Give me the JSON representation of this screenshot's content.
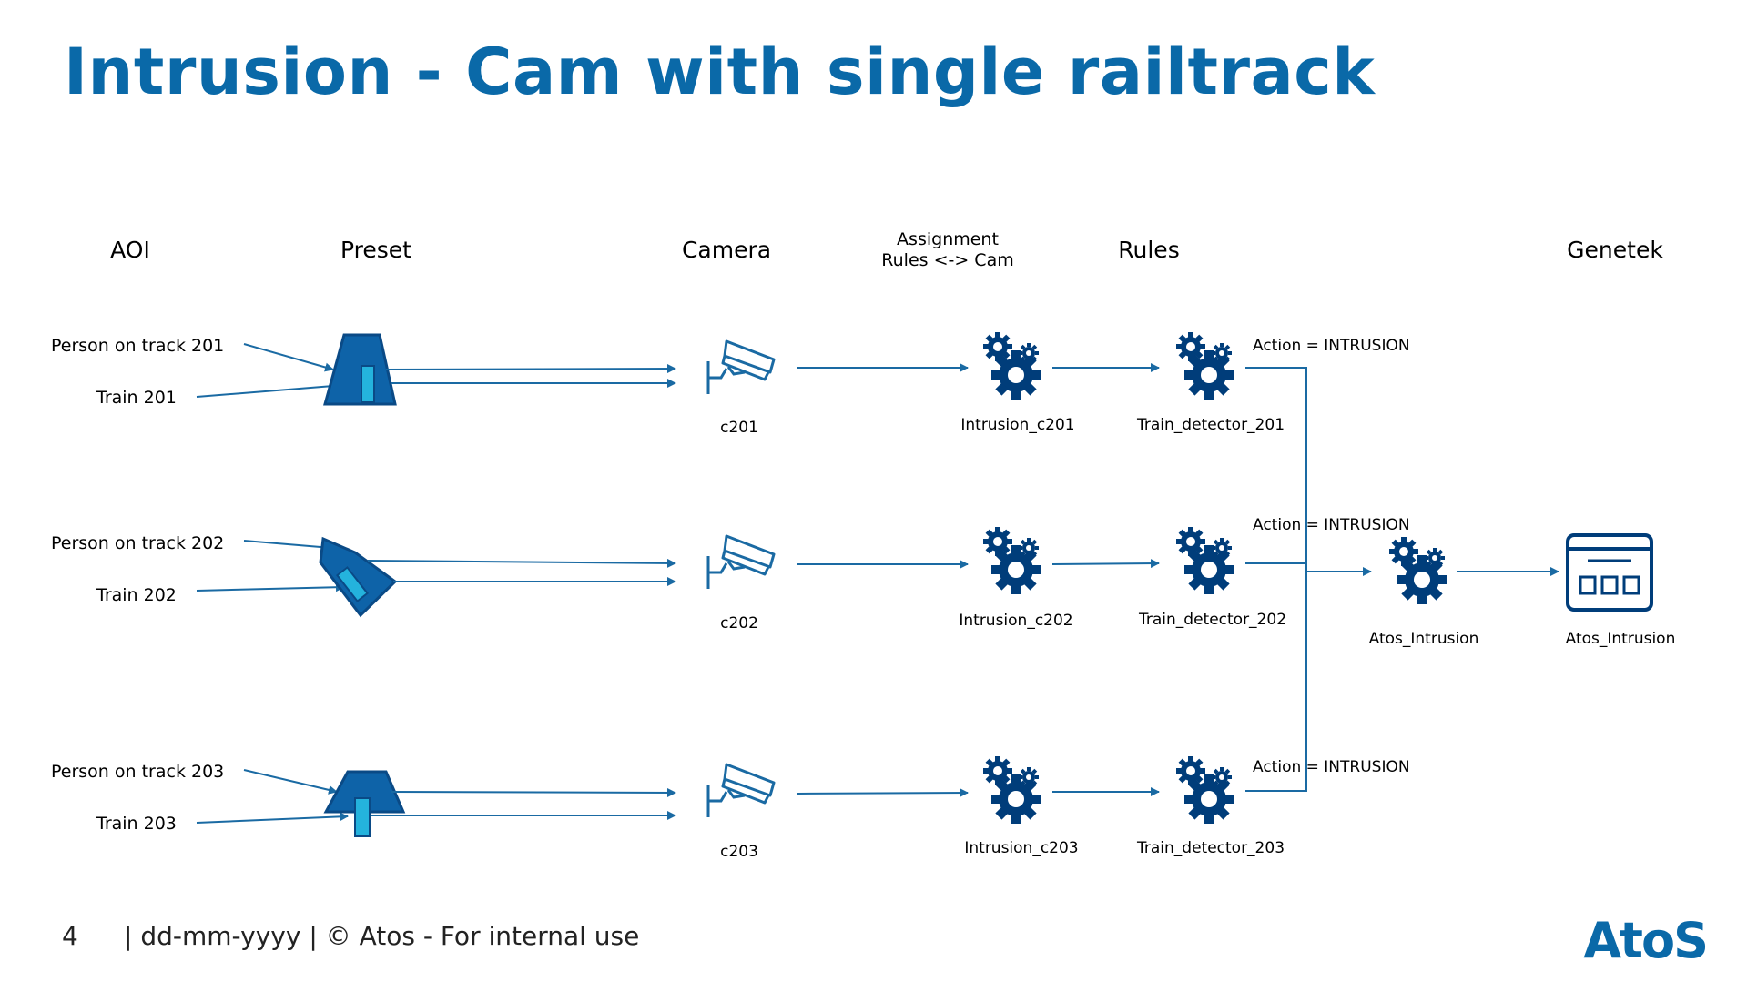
{
  "title": "Intrusion - Cam with single railtrack",
  "columns": {
    "aoi": "AOI",
    "preset": "Preset",
    "camera": "Camera",
    "assignment_line1": "Assignment",
    "assignment_line2": "Rules <-> Cam",
    "rules": "Rules",
    "genetek": "Genetek"
  },
  "rows": [
    {
      "person": "Person on track 201",
      "train": "Train 201",
      "camera": "c201",
      "assignment": "Intrusion_c201",
      "rule": "Train_detector_201",
      "action": "Action = INTRUSION"
    },
    {
      "person": "Person on track 202",
      "train": "Train 202",
      "camera": "c202",
      "assignment": "Intrusion_c202",
      "rule": "Train_detector_202",
      "action": "Action = INTRUSION"
    },
    {
      "person": "Person on track 203",
      "train": "Train 203",
      "camera": "c203",
      "assignment": "Intrusion_c203",
      "rule": "Train_detector_203",
      "action": "Action = INTRUSION"
    }
  ],
  "merge_node": "Atos_Intrusion",
  "genetek_node": "Atos_Intrusion",
  "footer": {
    "page": "4",
    "text": "| dd-mm-yyyy | © Atos - For internal use"
  },
  "logo": "AtoS",
  "colors": {
    "title": "#0a69a8",
    "line": "#1a6aa3",
    "icon": "#003d7a",
    "preset_dark": "#0a4a86",
    "preset_mid": "#0e63a8",
    "preset_light": "#24b3dd"
  },
  "icons": {
    "preset": "camera-preset-icon",
    "camera": "cctv-camera-icon",
    "rule": "gears-icon",
    "genetek": "dashboard-window-icon"
  }
}
